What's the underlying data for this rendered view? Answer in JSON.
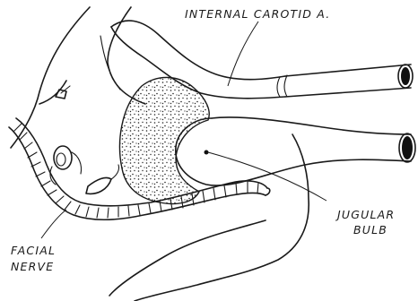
{
  "labels": {
    "internal_carotid": "INTERNAL CAROTID A.",
    "jugular_line1": "JUGULAR",
    "jugular_line2": "BULB",
    "facial_line1": "FACIAL",
    "facial_line2": "NERVE"
  }
}
